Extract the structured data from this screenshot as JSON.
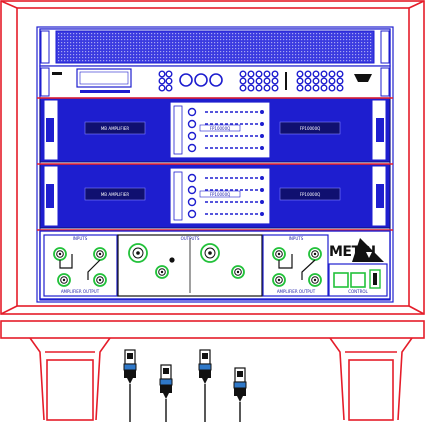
{
  "colors": {
    "frame": "#e51d2a",
    "equipment": "#1e1ecf",
    "equipment_dark": "#101070",
    "connector_accent": "#22c13a",
    "plug_accent": "#2f78c8",
    "black": "#111111",
    "white": "#ffffff"
  },
  "icons": {
    "brand_mark": "triangle-logo-icon",
    "plug": "speakon-plug-icon",
    "connector": "xlr-connector-icon",
    "power_switch": "power-switch-icon"
  },
  "rack": {
    "amplifiers": [
      {
        "front_label": "MB AMPLIFIER",
        "module_label": "FP10000Q",
        "right_label": "FP10000Q"
      },
      {
        "front_label": "MB AMPLIFIER",
        "module_label": "FP10000Q",
        "right_label": "FP10000Q"
      }
    ],
    "patch_panel": {
      "left_section_label": "INPUTS",
      "center_section_label": "OUTPUTS",
      "right_section_label": "INPUTS",
      "control_label": "CONTROL",
      "brand": "METRI",
      "left_bottom_label": "AMPLIFIER OUTPUT",
      "right_bottom_label": "AMPLIFIER OUTPUT"
    }
  },
  "cables": {
    "count": 4
  }
}
